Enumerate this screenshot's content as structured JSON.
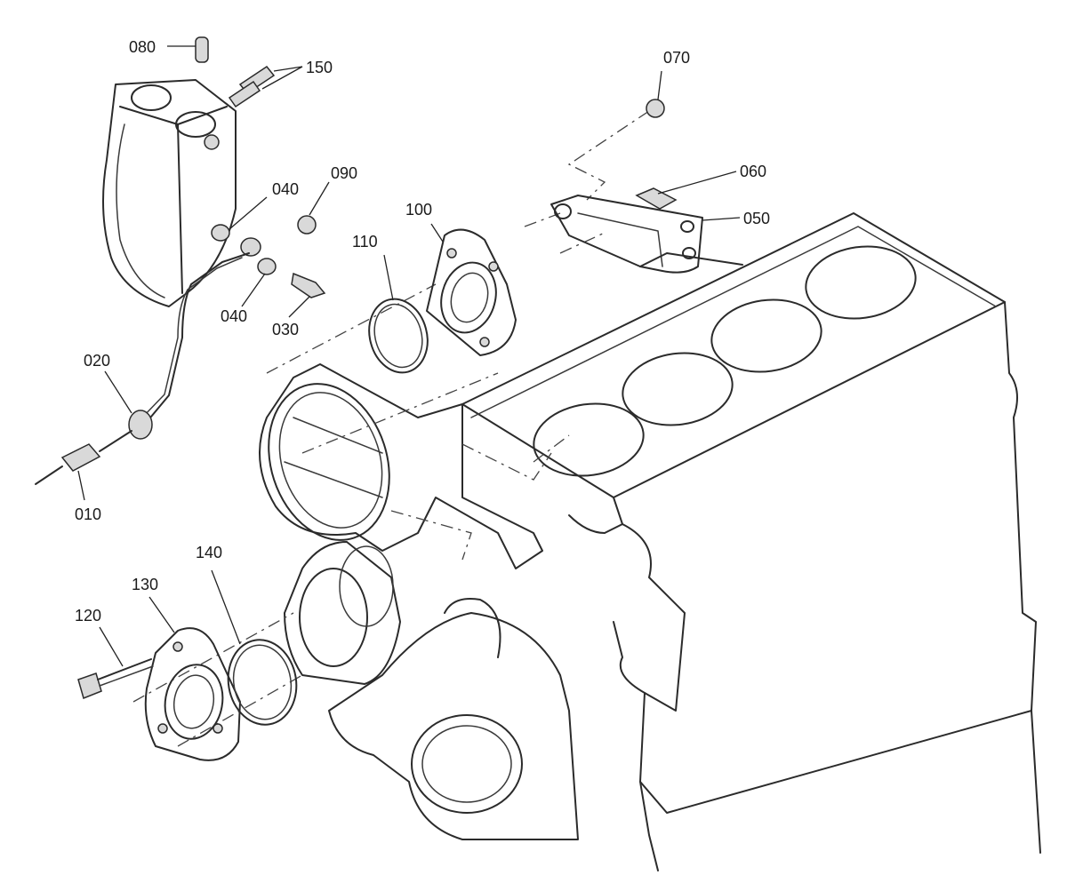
{
  "parts": {
    "p010": "010",
    "p020": "020",
    "p030": "030",
    "p040a": "040",
    "p040b": "040",
    "p050": "050",
    "p060": "060",
    "p070": "070",
    "p080": "080",
    "p090": "090",
    "p100": "100",
    "p110": "110",
    "p120": "120",
    "p130": "130",
    "p140": "140",
    "p150": "150"
  }
}
